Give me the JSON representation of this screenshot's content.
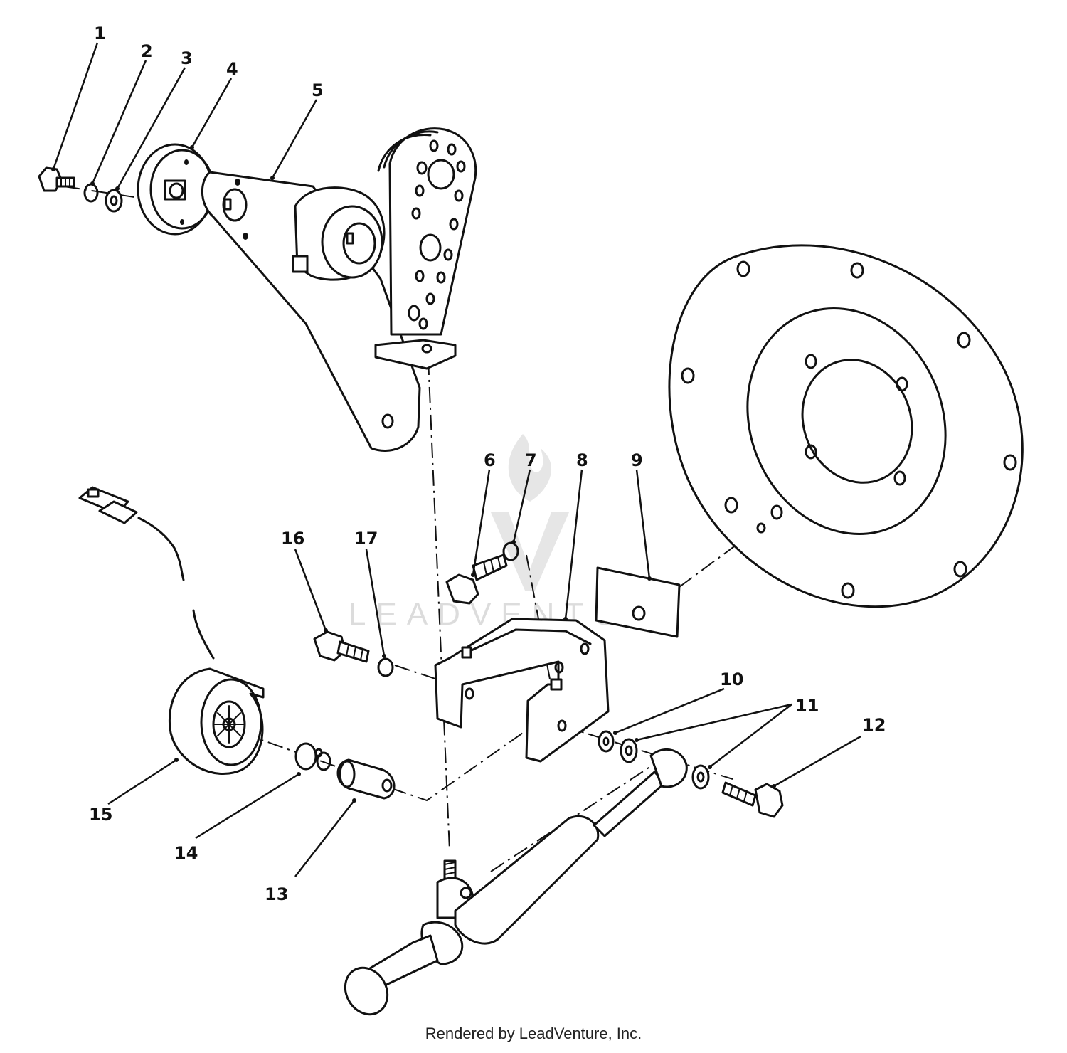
{
  "diagram": {
    "part_labels": [
      "1",
      "2",
      "3",
      "4",
      "5",
      "6",
      "7",
      "8",
      "9",
      "10",
      "11",
      "12",
      "13",
      "14",
      "15",
      "16",
      "17"
    ],
    "watermark_text": "LEADVENTURE",
    "footer_credit": "Rendered by LeadVenture, Inc."
  }
}
